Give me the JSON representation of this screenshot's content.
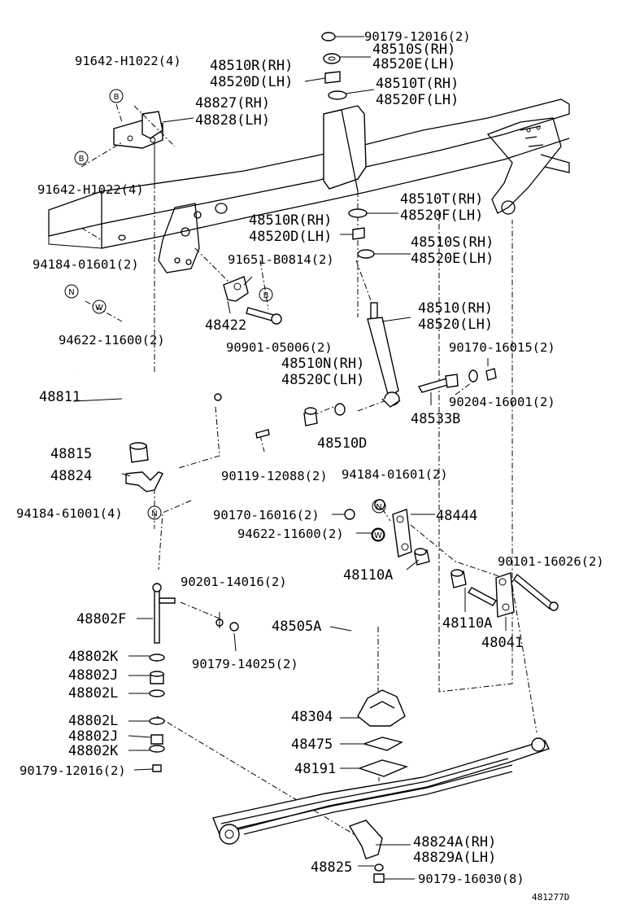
{
  "labels": {
    "p90179_12016_top": "90179-12016(2)",
    "p48510S_rh_top": "48510S(RH)",
    "p48520E_lh_top": "48520E(LH)",
    "p91642_h1022_top": "91642-H1022(4)",
    "p48510R_rh_top": "48510R(RH)",
    "p48520D_lh_top": "48520D(LH)",
    "p48510T_rh_top": "48510T(RH)",
    "p48520F_lh_top": "48520F(LH)",
    "p48827_rh": "48827(RH)",
    "p48828_lh": "48828(LH)",
    "p91642_h1022_bot": "91642-H1022(4)",
    "p48510T_rh_mid": "48510T(RH)",
    "p48520F_lh_mid": "48520F(LH)",
    "p48510R_rh_mid": "48510R(RH)",
    "p48520D_lh_mid": "48520D(LH)",
    "p48510S_rh_mid": "48510S(RH)",
    "p48520E_lh_mid": "48520E(LH)",
    "p94184_01601_a": "94184-01601(2)",
    "p91651_b0814": "91651-B0814(2)",
    "p48422": "48422",
    "p94622_11600_a": "94622-11600(2)",
    "p48510_rh": "48510(RH)",
    "p48520_lh": "48520(LH)",
    "p90901_05006": "90901-05006(2)",
    "p90170_16015": "90170-16015(2)",
    "p48510N_rh": "48510N(RH)",
    "p48520C_lh": "48520C(LH)",
    "p48811": "48811",
    "p90204_16001": "90204-16001(2)",
    "p48533B": "48533B",
    "p48510D": "48510D",
    "p48815": "48815",
    "p48824": "48824",
    "p90119_12088": "90119-12088(2)",
    "p94184_01601_b": "94184-01601(2)",
    "p94184_61001": "94184-61001(4)",
    "p90170_16016": "90170-16016(2)",
    "p48444": "48444",
    "p94622_11600_b": "94622-11600(2)",
    "p90101_16026": "90101-16026(2)",
    "p48110A_a": "48110A",
    "p90201_14016": "90201-14016(2)",
    "p48802F": "48802F",
    "p48505A": "48505A",
    "p48110A_b": "48110A",
    "p48041": "48041",
    "p48802K_a": "48802K",
    "p90179_14025": "90179-14025(2)",
    "p48802J_a": "48802J",
    "p48802L_a": "48802L",
    "p48304": "48304",
    "p48802L_b": "48802L",
    "p48802J_b": "48802J",
    "p48475": "48475",
    "p48802K_b": "48802K",
    "p48191": "48191",
    "p90179_12016_bot": "90179-12016(2)",
    "p48824A_rh": "48824A(RH)",
    "p48829A_lh": "48829A(LH)",
    "p48825": "48825",
    "p90179_16030": "90179-16030(8)",
    "diagram_code": "481277D"
  },
  "symbols": {
    "bolt": "B",
    "nut": "N",
    "washer": "W"
  }
}
